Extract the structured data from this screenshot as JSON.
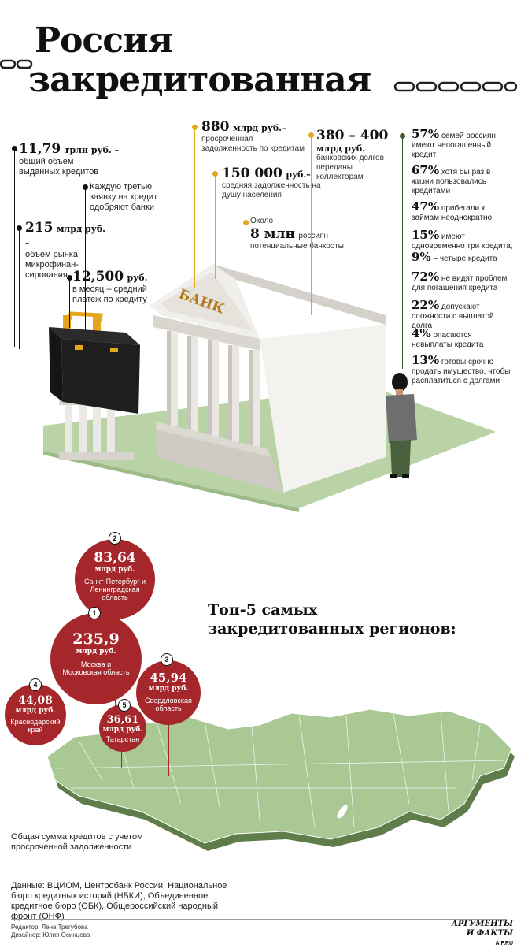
{
  "header": {
    "title_line1": "Россия",
    "title_line2": "закредитованная"
  },
  "left_facts": [
    {
      "value": "11,79",
      "unit": "трлн руб. –",
      "text": "общий объем выданных кредитов"
    },
    {
      "text": "Каждую третью заявку на кредит одобряют банки"
    },
    {
      "value": "215",
      "unit": "млрд руб. –",
      "text": "объем рынка микрофинан-сирования"
    },
    {
      "value": "12,500",
      "unit": "руб.",
      "text": "в месяц – средний платеж по кредиту"
    }
  ],
  "bank_facts": [
    {
      "value": "880",
      "unit": "млрд руб.–",
      "text": "просроченная задолженность по кредитам"
    },
    {
      "value": "150 000",
      "unit": "руб.–",
      "text": "средняя задолженность на душу населения"
    },
    {
      "prefix": "Около",
      "value": "8 млн",
      "text_inline": "россиян –",
      "text": "потенциальные банкроты"
    },
    {
      "value": "380 – 400",
      "unit": "млрд руб.",
      "text": "банковских долгов переданы коллекторам"
    }
  ],
  "bank_sign": "БАНК",
  "stats": [
    {
      "pct": "57%",
      "text": "семей россиян имеют непогашенный кредит"
    },
    {
      "pct": "67%",
      "text": "хотя бы раз в жизни пользовались кредитами"
    },
    {
      "pct": "47%",
      "text": "прибегали к займам неоднократно"
    },
    {
      "pct": "15%",
      "text": "имеют одновременно три кредита,"
    },
    {
      "pct": "9%",
      "text": "– четыре кредита"
    },
    {
      "pct": "72%",
      "text": "не видят проблем для погашения кредита"
    },
    {
      "pct": "22%",
      "text": "допускают сложности с выплатой долга"
    },
    {
      "pct": "4%",
      "text": "опасаются невыплаты кредита"
    },
    {
      "pct": "13%",
      "text": "готовы срочно продать имущество, чтобы расплатиться с долгами"
    }
  ],
  "regions_title": "Топ-5 самых закредитованных регионов:",
  "regions": [
    {
      "rank": "1",
      "value": "235,9",
      "unit": "млрд руб.",
      "name": "Москва и Московская область"
    },
    {
      "rank": "2",
      "value": "83,64",
      "unit": "млрд руб.",
      "name": "Санкт-Петербург и Ленинградская область"
    },
    {
      "rank": "3",
      "value": "45,94",
      "unit": "млрд руб.",
      "name": "Свердловская область"
    },
    {
      "rank": "4",
      "value": "44,08",
      "unit": "млрд руб.",
      "name": "Краснодарский край"
    },
    {
      "rank": "5",
      "value": "36,61",
      "unit": "млрд руб.",
      "name": "Татарстан"
    }
  ],
  "map_note": "Общая сумма кредитов с учетом просроченной задолженности",
  "sources": "Данные: ВЦИОМ, Центробанк России, Национальное бюро кредитных историй (НБКИ), Объединенное кредитное бюро (ОБК), Общероссийский народный фронт (ОНФ)",
  "credits": {
    "editor": "Редактор: Лена Трегубова",
    "designer": "Дизайнер: Юлия Осинцева"
  },
  "logo": {
    "line1": "АРГУМЕНТЫ",
    "line2": "И ФАКТЫ",
    "domain": "AIF.RU"
  },
  "colors": {
    "accent_red": "#a5272b",
    "ground_green": "#b9d3a7",
    "map_green": "#a9c894",
    "gold": "#e3a61d",
    "dark": "#1a1a1a"
  }
}
